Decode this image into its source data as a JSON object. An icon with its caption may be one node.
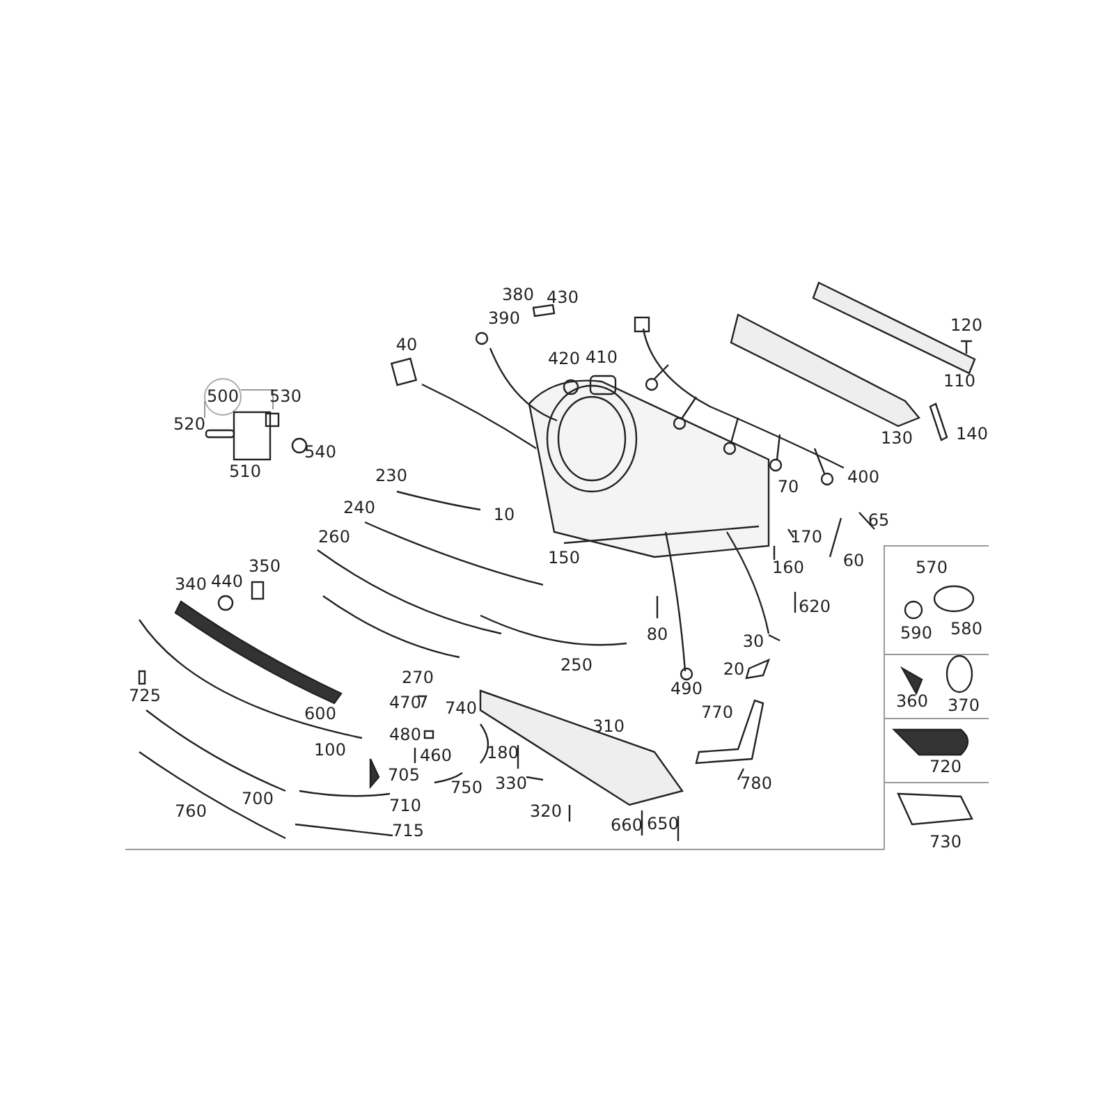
{
  "diagram": {
    "labels": [
      "380",
      "430",
      "390",
      "120",
      "40",
      "420",
      "410",
      "500",
      "530",
      "520",
      "540",
      "110",
      "510",
      "130",
      "140",
      "230",
      "400",
      "70",
      "240",
      "10",
      "65",
      "260",
      "170",
      "350",
      "150",
      "160",
      "60",
      "570",
      "340",
      "440",
      "620",
      "80",
      "30",
      "590",
      "580",
      "270",
      "250",
      "490",
      "20",
      "360",
      "370",
      "725",
      "470",
      "740",
      "600",
      "310",
      "770",
      "480",
      "460",
      "720",
      "100",
      "705",
      "180",
      "330",
      "780",
      "700",
      "750",
      "710",
      "760",
      "320",
      "660",
      "650",
      "730",
      "715"
    ]
  }
}
